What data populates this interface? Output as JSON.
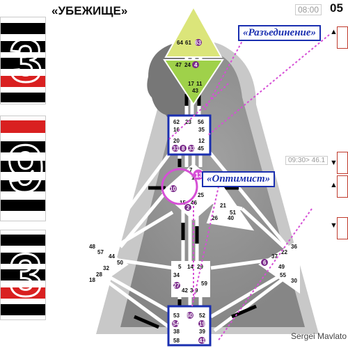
{
  "title": "«УБЕЖИЩЕ»",
  "labels": {
    "disconnection": "«Разъединение»",
    "optimist": "«Оптимист»"
  },
  "timestamps": {
    "top_time": "08:00",
    "top_number": "05",
    "mid_time": "09:30> 46.1"
  },
  "watermark": "Sergei Mavlato",
  "left_strips": [
    {
      "digit": "3"
    },
    {
      "digit": "9"
    },
    {
      "digit": "3"
    }
  ],
  "gates": {
    "head": [
      "64",
      "61",
      "63"
    ],
    "ajna": [
      "47",
      "24",
      "4",
      "17",
      "11",
      "43"
    ],
    "throat": [
      "62",
      "23",
      "56",
      "16",
      "35",
      "20",
      "12",
      "31",
      "8",
      "33",
      "45"
    ],
    "g_center": [
      "13",
      "7",
      "1",
      "10",
      "2",
      "15",
      "46",
      "25"
    ],
    "ego": [
      "21",
      "51",
      "26",
      "40"
    ],
    "spleen": [
      "48",
      "57",
      "44",
      "50",
      "32",
      "28",
      "18"
    ],
    "solar_plexus": [
      "36",
      "22",
      "37",
      "6",
      "49",
      "55",
      "30"
    ],
    "sacral": [
      "5",
      "14",
      "29",
      "34",
      "27",
      "42",
      "3",
      "9",
      "59"
    ],
    "root": [
      "53",
      "60",
      "52",
      "54",
      "19",
      "38",
      "39",
      "58",
      "41"
    ]
  },
  "colors": {
    "frame_blue": "#1a2fb0",
    "accent_purple": "#7a2a8a",
    "pink": "#d64fd6",
    "head_yellow": "#dbe57a",
    "ajna_green": "#9fd14a",
    "strip_red": "#d92020"
  }
}
